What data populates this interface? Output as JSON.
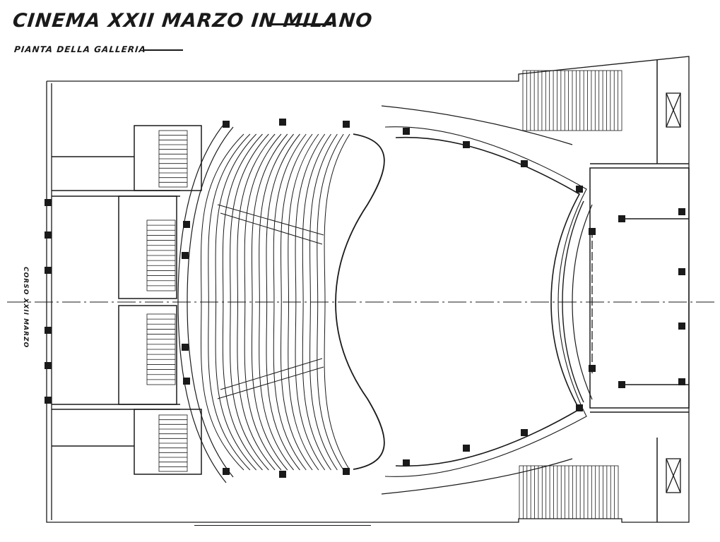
{
  "title": "CINEMA XXII MARZO IN MILANO",
  "subtitle": "PIANTA DELLA GALLERIA",
  "street_label": "CORSO XXII MARZO"
}
